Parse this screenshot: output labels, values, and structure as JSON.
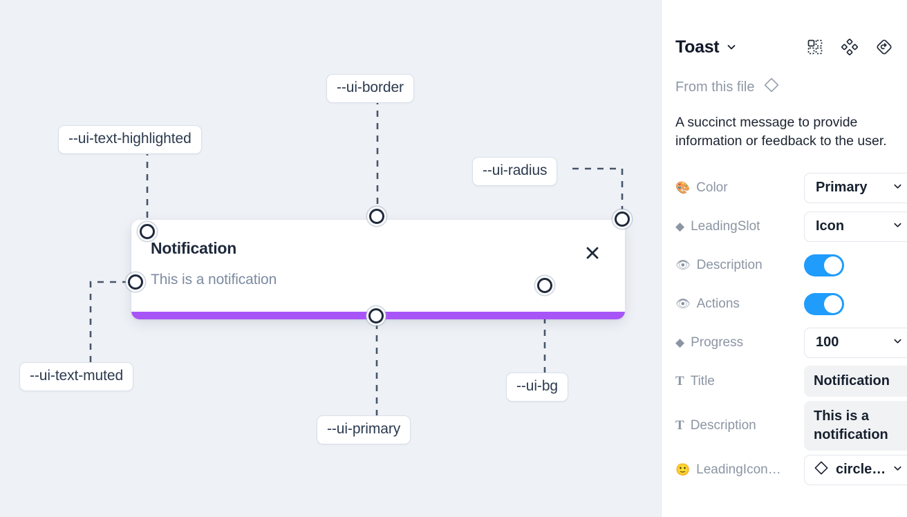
{
  "canvas": {
    "background_color": "#eef1f6",
    "toast": {
      "title": "Notification",
      "description": "This is a notification",
      "close_icon": "close-icon",
      "progress_color": "#a855f7",
      "background_color": "#ffffff"
    },
    "tokens": [
      {
        "name": "--ui-text-highlighted"
      },
      {
        "name": "--ui-border"
      },
      {
        "name": "--ui-radius"
      },
      {
        "name": "--ui-text-muted"
      },
      {
        "name": "--ui-primary"
      },
      {
        "name": "--ui-bg"
      }
    ]
  },
  "panel": {
    "title": "Toast",
    "title_chevron": "chevron-down-icon",
    "header_icons": [
      {
        "name": "component-grid-icon"
      },
      {
        "name": "variants-diamond-icon"
      },
      {
        "name": "reset-instance-icon"
      }
    ],
    "from_this_file": {
      "label": "From this file",
      "icon": "diamond-icon"
    },
    "description": "A succinct message to provide information or feedback to the user.",
    "properties": [
      {
        "icon": "palette-emoji",
        "glyph": "🎨",
        "label": "Color",
        "type": "select",
        "value": "Primary"
      },
      {
        "icon": "diamond-emoji",
        "glyph": "◆",
        "label": "LeadingSlot",
        "type": "select",
        "value": "Icon"
      },
      {
        "icon": "eye-emoji",
        "glyph": "👁",
        "label": "Description",
        "type": "toggle",
        "value": "on"
      },
      {
        "icon": "eye-emoji",
        "glyph": "👁",
        "label": "Actions",
        "type": "toggle",
        "value": "on"
      },
      {
        "icon": "diamond-emoji",
        "glyph": "◆",
        "label": "Progress",
        "type": "select",
        "value": "100"
      },
      {
        "icon": "text-glyph",
        "glyph": "T",
        "label": "Title",
        "type": "text",
        "value": "Notification"
      },
      {
        "icon": "text-glyph",
        "glyph": "T",
        "label": "Description",
        "type": "text",
        "value": "This is a notification"
      },
      {
        "icon": "smiley-emoji",
        "glyph": "🙂",
        "label": "LeadingIcon…",
        "type": "icon-select",
        "value": "circle…"
      }
    ],
    "toggle_on_color": "#1f9cfc"
  }
}
